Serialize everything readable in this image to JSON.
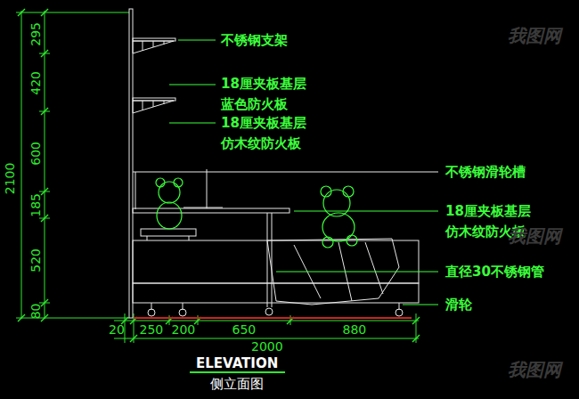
{
  "diagram": {
    "title": "ELEVATION",
    "caption": "侧立面图",
    "labels": [
      "295",
      "420",
      "600",
      "185",
      "520",
      "80",
      "2100",
      "20",
      "250",
      "200",
      "650",
      "880",
      "2000",
      "不锈钢支架",
      "18厘夹板基层 蓝色防火板",
      "18厘夹板基层 仿木纹防火板",
      "不锈钢滑轮槽",
      "18厘夹板基层 仿木纹防火板",
      "直径30不锈钢管",
      "滑轮",
      "我图网",
      "我图网",
      "我图网"
    ]
  }
}
